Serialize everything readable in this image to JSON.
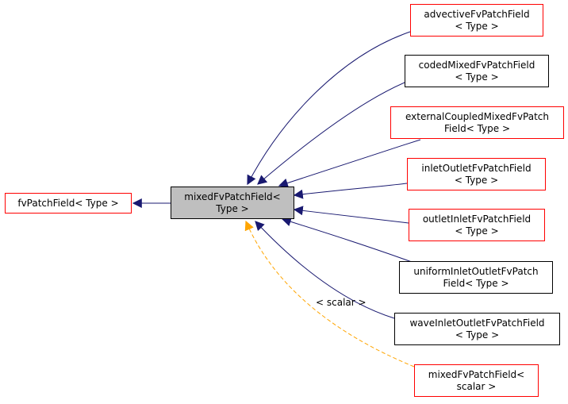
{
  "colors": {
    "edge": "#191970",
    "template_edge": "#ffa500",
    "documented_border": "#ff0000",
    "undocumented_border": "#000000",
    "focus_fill": "#bfbfbf"
  },
  "nodes": {
    "base": {
      "lines": [
        "fvPatchField< Type >"
      ]
    },
    "focus": {
      "lines": [
        "mixedFvPatchField<",
        "Type >"
      ]
    },
    "advective": {
      "lines": [
        "advectiveFvPatchField",
        "< Type >"
      ]
    },
    "codedMixed": {
      "lines": [
        "codedMixedFvPatchField",
        "< Type >"
      ]
    },
    "externalCoupledMixed": {
      "lines": [
        "externalCoupledMixedFvPatch",
        "Field< Type >"
      ]
    },
    "inletOutlet": {
      "lines": [
        "inletOutletFvPatchField",
        "< Type >"
      ]
    },
    "outletInlet": {
      "lines": [
        "outletInletFvPatchField",
        "< Type >"
      ]
    },
    "uniformInletOutlet": {
      "lines": [
        "uniformInletOutletFvPatch",
        "Field< Type >"
      ]
    },
    "waveInletOutlet": {
      "lines": [
        "waveInletOutletFvPatchField",
        "< Type >"
      ]
    },
    "mixedScalar": {
      "lines": [
        "mixedFvPatchField<",
        "scalar >"
      ]
    }
  },
  "edge_labels": {
    "template_arg": "< scalar >"
  }
}
